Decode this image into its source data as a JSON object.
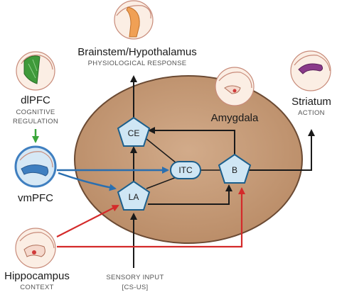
{
  "colors": {
    "amygdala_fill": "#c49a78",
    "node_fill": "#cfe6f4",
    "node_stroke": "#1c5f8c",
    "arrow_black": "#1a1a1a",
    "arrow_blue": "#2a6fb0",
    "arrow_red": "#d42a2a",
    "arrow_green": "#3aa63a",
    "brain_orange": "#f0a055",
    "brain_green": "#3f9a3a",
    "brain_blue": "#3f7fc0",
    "brain_purple": "#8a3a8a",
    "brain_red": "#d03a3a"
  },
  "regions": {
    "brainstem": {
      "title": "Brainstem/Hypothalamus",
      "subtitle": "PHYSIOLOGICAL RESPONSE",
      "icon": "brainstem-icon"
    },
    "dlpfc": {
      "title": "dlPFC",
      "subtitle_line1": "COGNITIVE",
      "subtitle_line2": "REGULATION",
      "icon": "dlpfc-brain-icon"
    },
    "vmpfc": {
      "title": "vmPFC",
      "icon": "vmpfc-brain-icon"
    },
    "hippocampus": {
      "title": "Hippocampus",
      "subtitle": "CONTEXT",
      "icon": "hippocampus-brain-icon"
    },
    "striatum": {
      "title": "Striatum",
      "subtitle": "ACTION",
      "icon": "striatum-brain-icon"
    },
    "amygdala": {
      "title": "Amygdala",
      "icon": "amygdala-brain-icon"
    },
    "sensory": {
      "line1": "SENSORY INPUT",
      "line2": "[CS-US]"
    }
  },
  "nodes": {
    "ce": "CE",
    "la": "LA",
    "itc": "ITC",
    "b": "B"
  }
}
